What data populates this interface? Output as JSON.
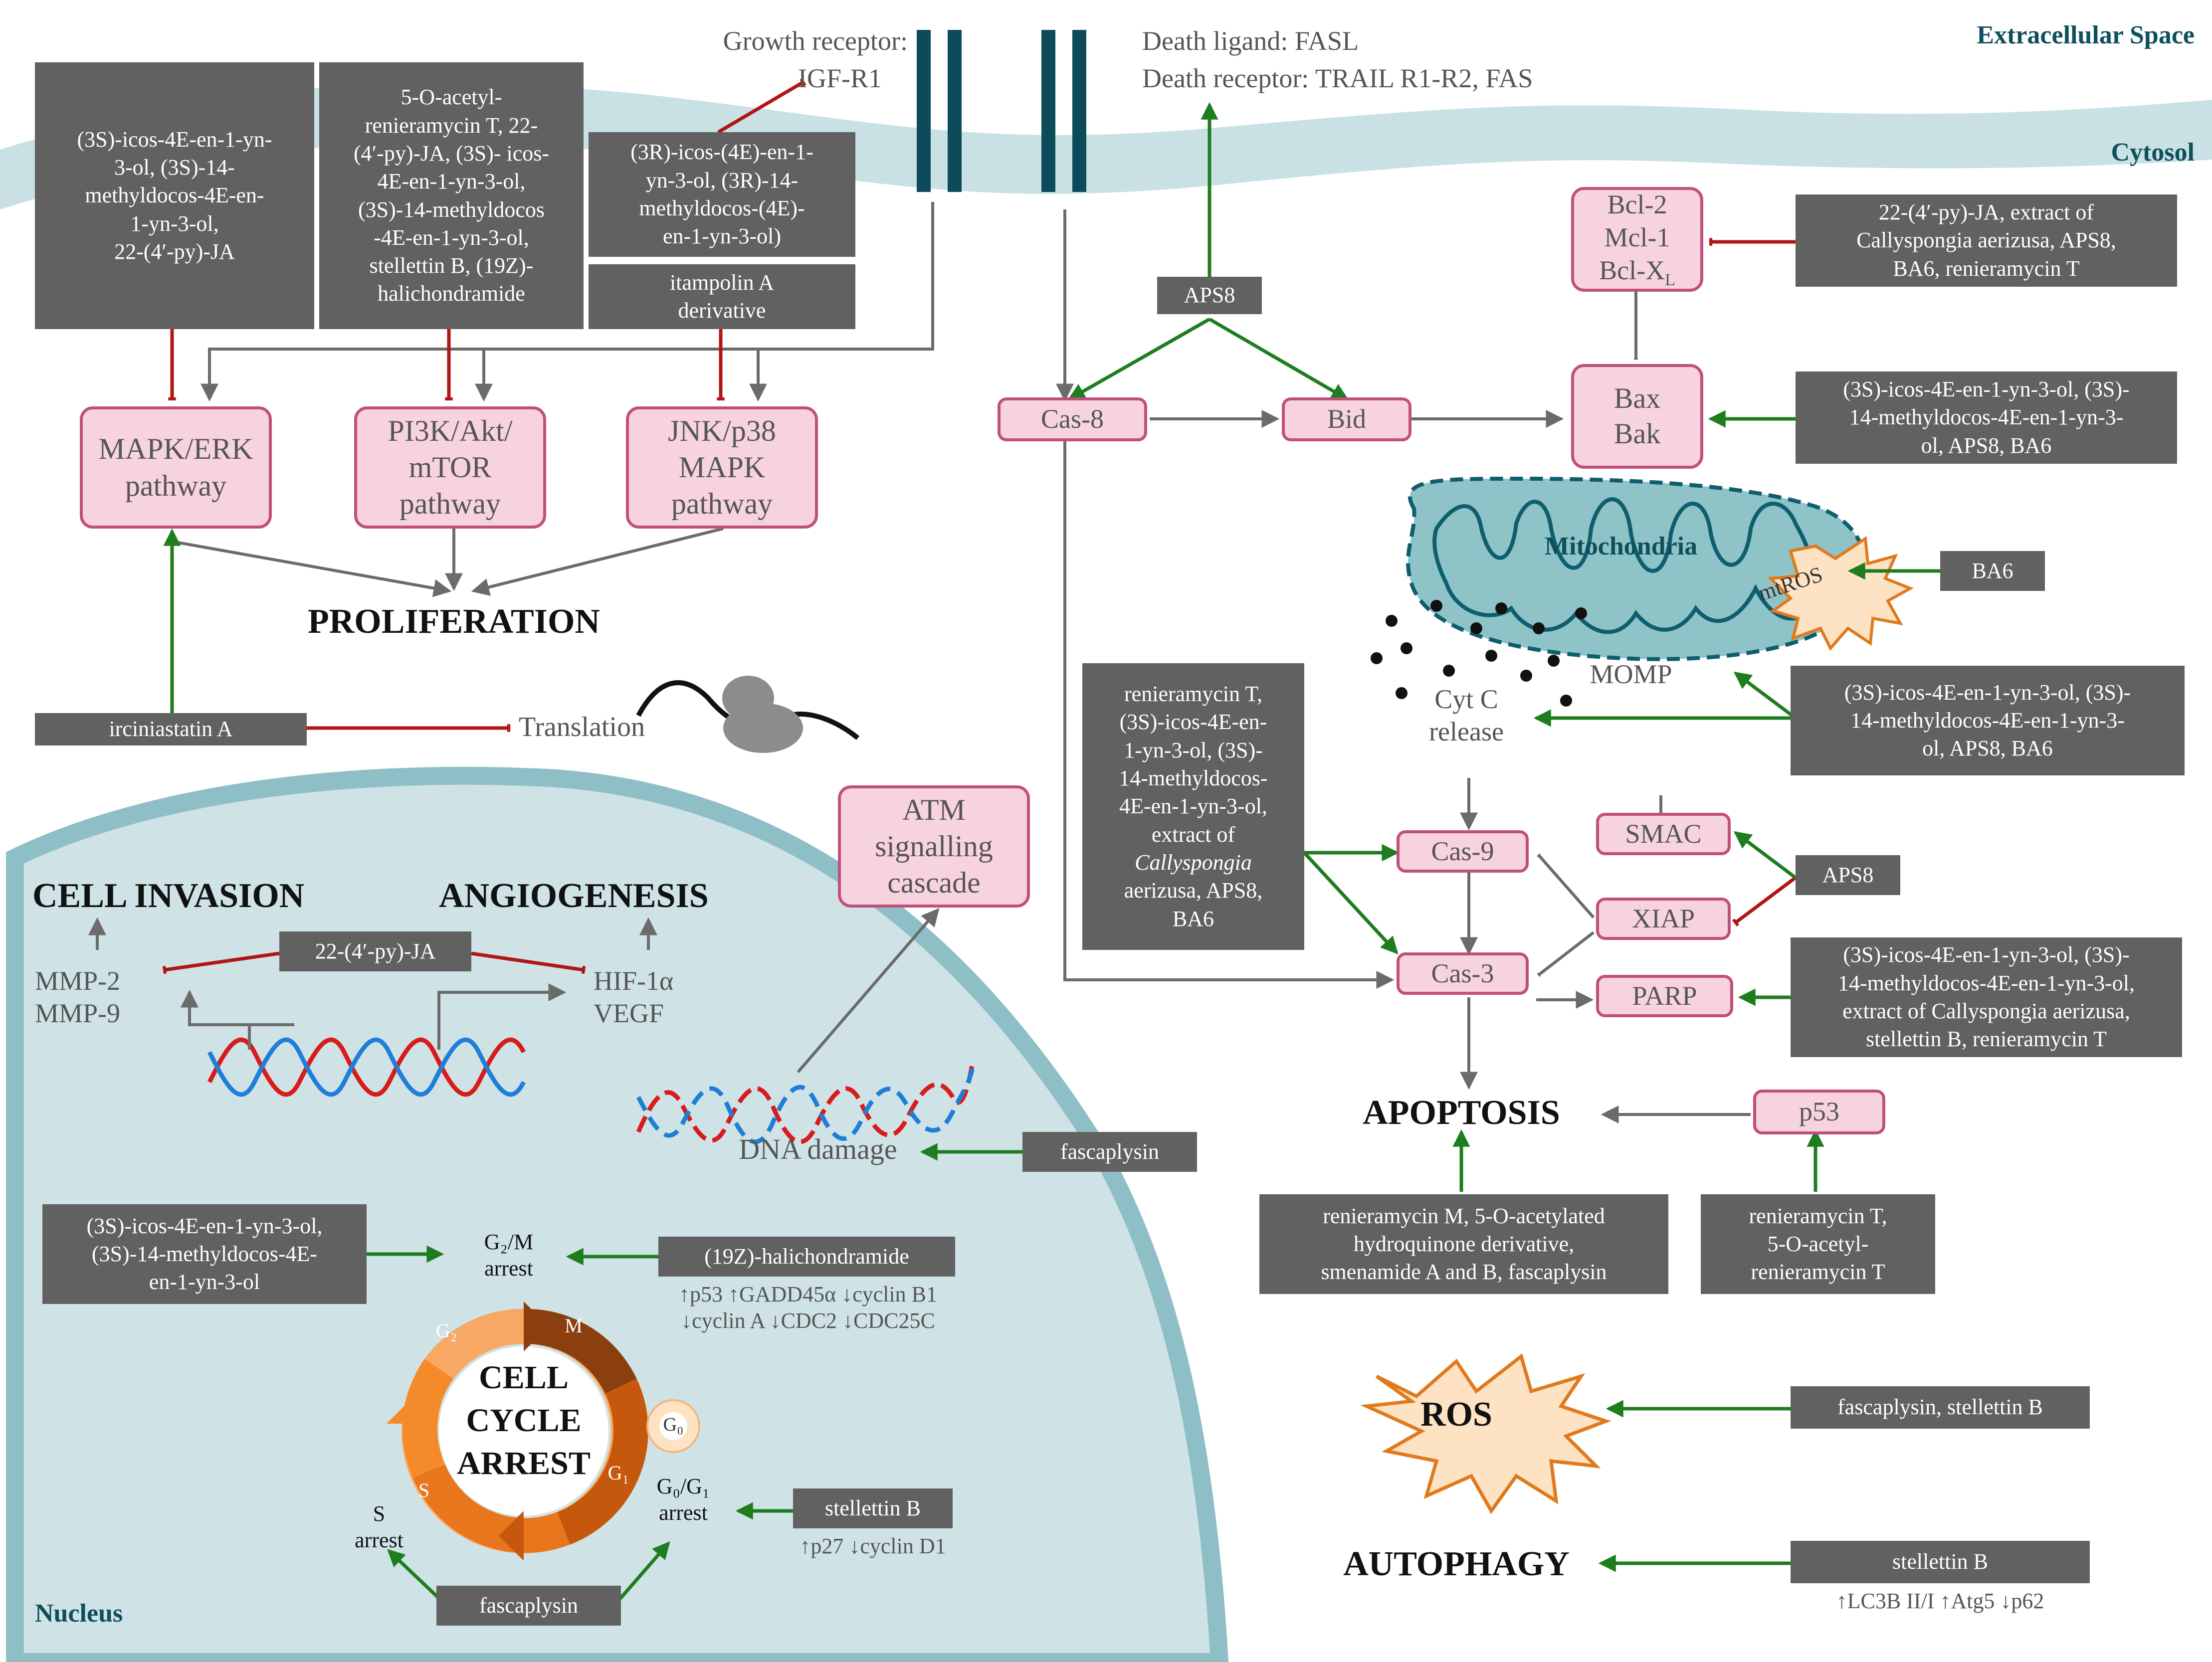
{
  "regions": {
    "extracellular": "Extracellular Space",
    "cytosol": "Cytosol",
    "nucleus": "Nucleus",
    "mitochondria": "Mitochondria"
  },
  "receptors": {
    "growth_receptor": "Growth receptor:",
    "igf": "IGF-R1",
    "death_ligand": "Death ligand: FASL",
    "death_receptor": "Death receptor: TRAIL R1-R2, FAS"
  },
  "outcomes": {
    "proliferation": "PROLIFERATION",
    "apoptosis": "APOPTOSIS",
    "invasion": "CELL INVASION",
    "angiogenesis": "ANGIOGENESIS",
    "autophagy": "AUTOPHAGY",
    "ros": "ROS",
    "mtros": "mtROS",
    "cell_cycle": [
      "CELL",
      "CYCLE",
      "ARREST"
    ]
  },
  "pathways": {
    "mapk": [
      "MAPK/ERK",
      "pathway"
    ],
    "pi3k": [
      "PI3K/Akt/",
      "mTOR",
      "pathway"
    ],
    "jnk": [
      "JNK/p38",
      "MAPK",
      "pathway"
    ],
    "atm": [
      "ATM",
      "signalling",
      "cascade"
    ],
    "cas8": "Cas-8",
    "bid": "Bid",
    "bcl": [
      "Bcl-2",
      "Mcl-1",
      "Bcl-X"
    ],
    "bcl_sub": "L",
    "bax": [
      "Bax",
      "Bak"
    ],
    "cas9": "Cas-9",
    "cas3": "Cas-3",
    "smac": "SMAC",
    "xiap": "XIAP",
    "parp": "PARP",
    "p53": "p53"
  },
  "compounds": {
    "c1": [
      "(3S)-icos-4E-en-1-yn-",
      "3-ol, (3S)-14-",
      "methyldocos-4E-en-",
      "1-yn-3-ol,",
      "22-(4′-py)-JA"
    ],
    "c2": [
      "5-O-acetyl-",
      "renieramycin T, 22-",
      "(4′-py)-JA, (3S)- icos-",
      "4E-en-1-yn-3-ol,",
      "(3S)-14-methyldocos",
      "-4E-en-1-yn-3-ol,",
      "stellettin B, (19Z)-",
      "halichondramide"
    ],
    "c3": [
      "(3R)-icos-(4E)-en-1-",
      "yn-3-ol, (3R)-14-",
      "methyldocos-(4E)-",
      "en-1-yn-3-ol)"
    ],
    "itampolin": [
      "itampolin A",
      "derivative"
    ],
    "irciniastatin": "irciniastatin A",
    "aps8_top": "APS8",
    "bcl_inh": [
      "22-(4′-py)-JA, extract of",
      "Callyspongia aerizusa, APS8,",
      "BA6, renieramycin T"
    ],
    "bax_act": [
      "(3S)-icos-4E-en-1-yn-3-ol, (3S)-",
      "14-methyldocos-4E-en-1-yn-3-",
      "ol, APS8, BA6"
    ],
    "ba6": "BA6",
    "momp_act": [
      "(3S)-icos-4E-en-1-yn-3-ol, (3S)-",
      "14-methyldocos-4E-en-1-yn-3-",
      "ol, APS8, BA6"
    ],
    "cas_act": [
      "renieramycin T,",
      "(3S)-icos-4E-en-",
      "1-yn-3-ol, (3S)-",
      "14-methyldocos-",
      "4E-en-1-yn-3-ol,",
      "extract of",
      "Callyspongia",
      "aerizusa, APS8,",
      "BA6"
    ],
    "aps8_smac": "APS8",
    "parp_act": [
      "(3S)-icos-4E-en-1-yn-3-ol, (3S)-",
      "14-methyldocos-4E-en-1-yn-3-ol,",
      "extract of Callyspongia aerizusa,",
      "stellettin B, renieramycin T"
    ],
    "apop_act": [
      "renieramycin M, 5-O-acetylated",
      "hydroquinone derivative,",
      "smenamide A and B, fascaplysin"
    ],
    "p53_act": [
      "renieramycin T,",
      "5-O-acetyl-",
      "renieramycin T"
    ],
    "ros_act": "fascaplysin, stellettin B",
    "autophagy_act": "stellettin B",
    "py_ja": "22-(4′-py)-JA",
    "fascaplysin_dna": "fascaplysin",
    "g2m_act": [
      "(3S)-icos-4E-en-1-yn-3-ol,",
      "(3S)-14-methyldocos-4E-",
      "en-1-yn-3-ol"
    ],
    "halichondramide": "(19Z)-halichondramide",
    "stellettin_g0": "stellettin B",
    "fascaplysin_cc": "fascaplysin"
  },
  "misc": {
    "translation": "Translation",
    "cytc": [
      "Cyt C",
      "release"
    ],
    "momp": "MOMP",
    "dna_damage": "DNA damage",
    "mmp": [
      "MMP-2",
      "MMP-9"
    ],
    "hif": [
      "HIF-1α",
      "VEGF"
    ],
    "g2m_arrest": [
      "G₂/M",
      "arrest"
    ],
    "g0g1_arrest": [
      "G₀/G₁",
      "arrest"
    ],
    "s_arrest": [
      "S",
      "arrest"
    ],
    "halicho_markers": [
      "↑p53 ↑GADD45α ↓cyclin B1",
      "↓cyclin A ↓CDC2 ↓CDC25C"
    ],
    "stellettin_markers": "↑p27 ↓cyclin D1",
    "autophagy_markers": "↑LC3B II/I ↑Atg5 ↓p62",
    "phase_g2": "G₂",
    "phase_m": "M",
    "phase_g1": "G₁",
    "phase_s": "S",
    "phase_g0": "G₀"
  },
  "colors": {
    "activation": "#1e7d1e",
    "inhibition": "#b01616",
    "flow": "#6b6b6b",
    "node_fill": "#f7d3df",
    "node_border": "#c0507a",
    "compound_box": "#616161",
    "membrane": "#c9e1e4",
    "nucleus": "#cfe3e6",
    "mitochondria": "#8ec3c8"
  }
}
